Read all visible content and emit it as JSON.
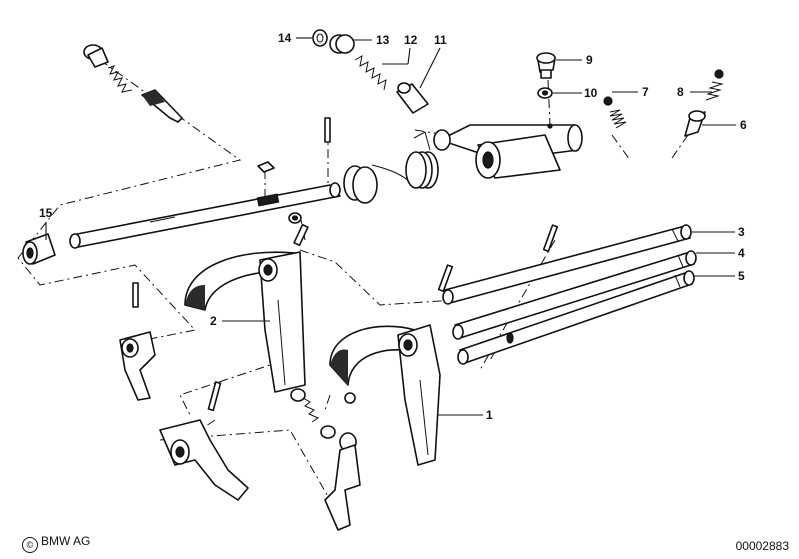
{
  "callouts": [
    {
      "id": "1",
      "label": "1"
    },
    {
      "id": "2",
      "label": "2"
    },
    {
      "id": "3",
      "label": "3"
    },
    {
      "id": "4",
      "label": "4"
    },
    {
      "id": "5",
      "label": "5"
    },
    {
      "id": "6",
      "label": "6"
    },
    {
      "id": "7",
      "label": "7"
    },
    {
      "id": "8",
      "label": "8"
    },
    {
      "id": "9",
      "label": "9"
    },
    {
      "id": "10",
      "label": "10"
    },
    {
      "id": "11",
      "label": "11"
    },
    {
      "id": "12",
      "label": "12"
    },
    {
      "id": "13",
      "label": "13"
    },
    {
      "id": "14",
      "label": "14"
    },
    {
      "id": "15",
      "label": "15"
    }
  ],
  "footer": {
    "copyright_symbol": "©",
    "brand": "BMW AG",
    "document_number": "00002883"
  }
}
